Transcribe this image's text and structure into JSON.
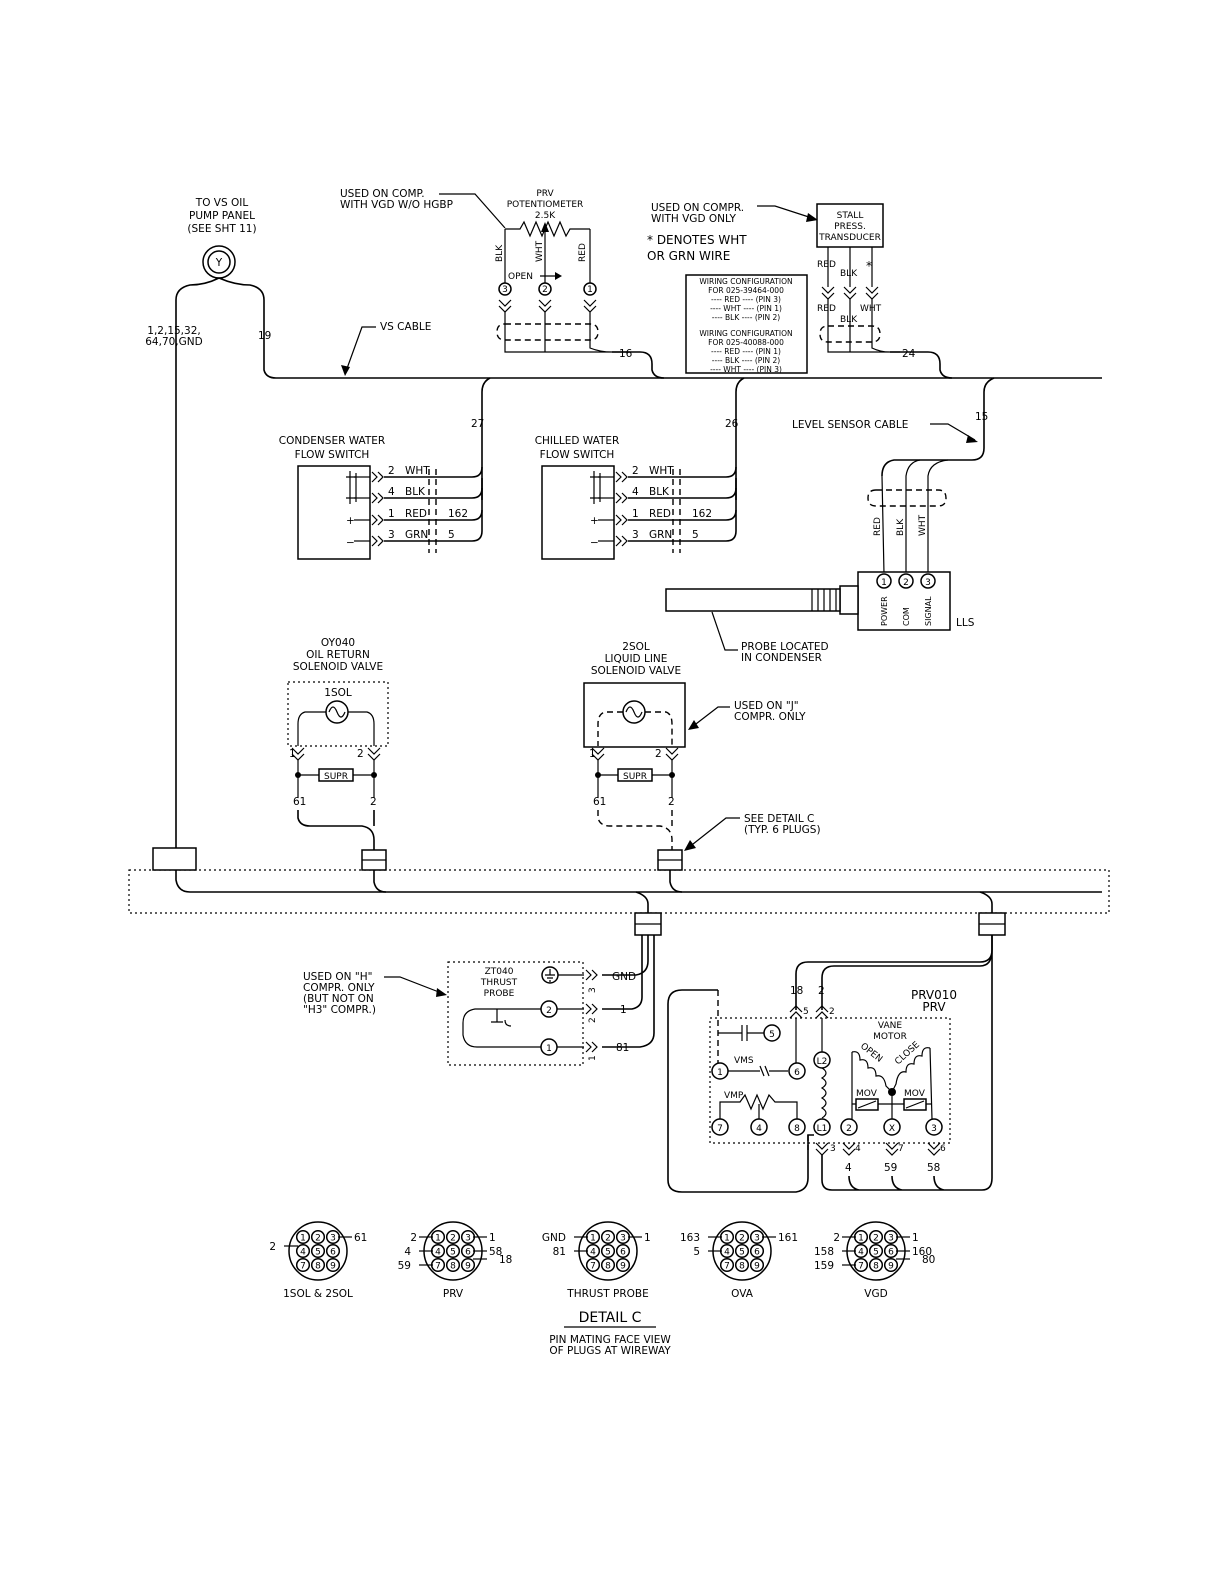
{
  "top": {
    "vs_oil_panel": "TO VS OIL\nPUMP PANEL\n(SEE SHT 11)",
    "plug_y": "Y",
    "pins_left": "1,2,15,32,\n64,70,GND",
    "wire_19": "19",
    "vs_cable": "VS CABLE",
    "used_on_comp_vgd": "USED ON COMP.\nWITH VGD W/O HGBP",
    "prv_pot": "PRV\nPOTENTIOMETER\n2.5K",
    "blk": "BLK",
    "wht": "WHT",
    "red": "RED",
    "open": "OPEN",
    "pin3": "3",
    "pin2": "2",
    "pin1": "1",
    "wire_16": "16",
    "used_on_compr_vgd": "USED ON COMPR.\nWITH VGD ONLY",
    "denotes": "* DENOTES WHT\nOR GRN WIRE",
    "wiring_cfg": [
      "WIRING CONFIGURATION",
      "FOR 025-39464-000",
      "---- RED ---- (PIN 3)",
      "---- WHT ---- (PIN 1)",
      "---- BLK ---- (PIN 2)",
      "WIRING CONFIGURATION",
      "FOR 025-40088-000",
      "---- RED ---- (PIN 1)",
      "---- BLK ---- (PIN 2)",
      "---- WHT ---- (PIN 3)"
    ],
    "stall": "STALL\nPRESS.\nTRANSDUCER",
    "star": "*",
    "wire_24": "24"
  },
  "flow": {
    "condenser_title": "CONDENSER WATER\nFLOW SWITCH",
    "chilled_title": "CHILLED WATER\nFLOW SWITCH",
    "wire_27": "27",
    "wire_26": "26",
    "rows": [
      {
        "pin": "2",
        "color": "WHT",
        "wire": ""
      },
      {
        "pin": "4",
        "color": "BLK",
        "wire": ""
      },
      {
        "pin": "1",
        "color": "RED",
        "wire": "162"
      },
      {
        "pin": "3",
        "color": "GRN",
        "wire": "5"
      }
    ],
    "plus": "+",
    "minus": "−"
  },
  "level": {
    "cable": "LEVEL SENSOR CABLE",
    "wire_15": "15",
    "red": "RED",
    "blk": "BLK",
    "wht": "WHT",
    "pins": [
      "1",
      "2",
      "3"
    ],
    "pin_names": [
      "POWER",
      "COM",
      "SIGNAL"
    ],
    "lls": "LLS",
    "probe": "PROBE LOCATED\nIN CONDENSER"
  },
  "valves": {
    "oil_title": "OY040\nOIL RETURN\nSOLENOID VALVE",
    "isol": "1SOL",
    "liquid_title": "2SOL\nLIQUID LINE\nSOLENOID VALVE",
    "used_j": "USED ON \"J\"\nCOMPR. ONLY",
    "supr": "SUPR",
    "p1": "1",
    "p2": "2",
    "w61": "61",
    "w2": "2",
    "see_detail": "SEE DETAIL C\n(TYP. 6 PLUGS)"
  },
  "thrust": {
    "used_h": "USED ON \"H\"\nCOMPR. ONLY\n(BUT NOT ON\n\"H3\" COMPR.)",
    "title": "ZT040\nTHRUST\nPROBE",
    "gnd": "GND",
    "w1": "1",
    "w81": "81",
    "pins": [
      "3",
      "2",
      "1"
    ]
  },
  "prv": {
    "title": "PRV010\nPRV",
    "vane": "VANE\nMOTOR",
    "open": "OPEN",
    "close": "CLOSE",
    "vms": "VMS",
    "vmp": "VMP",
    "mov": "MOV",
    "l1": "L1",
    "l2": "L2",
    "x": "X",
    "terms": [
      "1",
      "5",
      "6",
      "7",
      "4",
      "8",
      "2",
      "3"
    ],
    "w18": "18",
    "w2": "2",
    "p5": "5",
    "p2": "2",
    "p3": "3",
    "p4": "4",
    "p7": "7",
    "p6": "6",
    "w4": "4",
    "w59": "59",
    "w58": "58"
  },
  "detail": {
    "title": "DETAIL C",
    "subtitle": "PIN MATING FACE VIEW\nOF PLUGS AT WIREWAY",
    "plugs": [
      {
        "name": "1SOL & 2SOL",
        "left": [
          "2"
        ],
        "right": [
          "61"
        ]
      },
      {
        "name": "PRV",
        "left": [
          "2",
          "4",
          "59"
        ],
        "right": [
          "1",
          "58",
          "18"
        ]
      },
      {
        "name": "THRUST PROBE",
        "left": [
          "GND",
          "81"
        ],
        "right": [
          "1"
        ]
      },
      {
        "name": "OVA",
        "left": [
          "163",
          "5"
        ],
        "right": [
          "161"
        ]
      },
      {
        "name": "VGD",
        "left": [
          "2",
          "158",
          "159"
        ],
        "right": [
          "1",
          "160",
          "80"
        ]
      }
    ]
  }
}
